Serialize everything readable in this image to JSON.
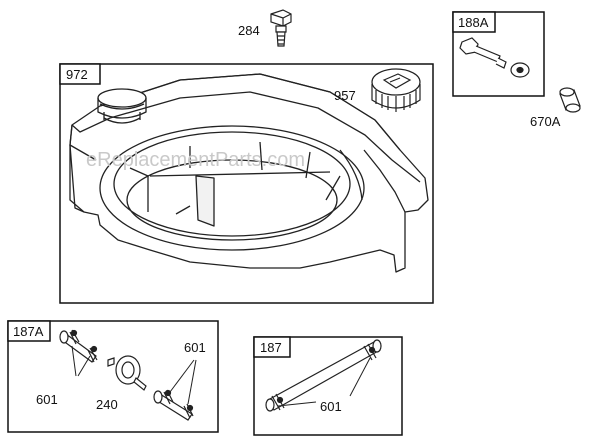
{
  "watermark": "eReplacementParts.com",
  "boxes": {
    "tank": {
      "tag": "972"
    },
    "fuel_cap_screw": {
      "tag": "188A"
    },
    "filter_kit": {
      "tag": "187A"
    },
    "line_kit": {
      "tag": "187"
    }
  },
  "callouts": {
    "bolt": "284",
    "fuel_cap": "957",
    "spacer": "670A",
    "clamp_left": "601",
    "fuel_filter": "240",
    "clamp_right": "601",
    "clamp_line": "601"
  }
}
